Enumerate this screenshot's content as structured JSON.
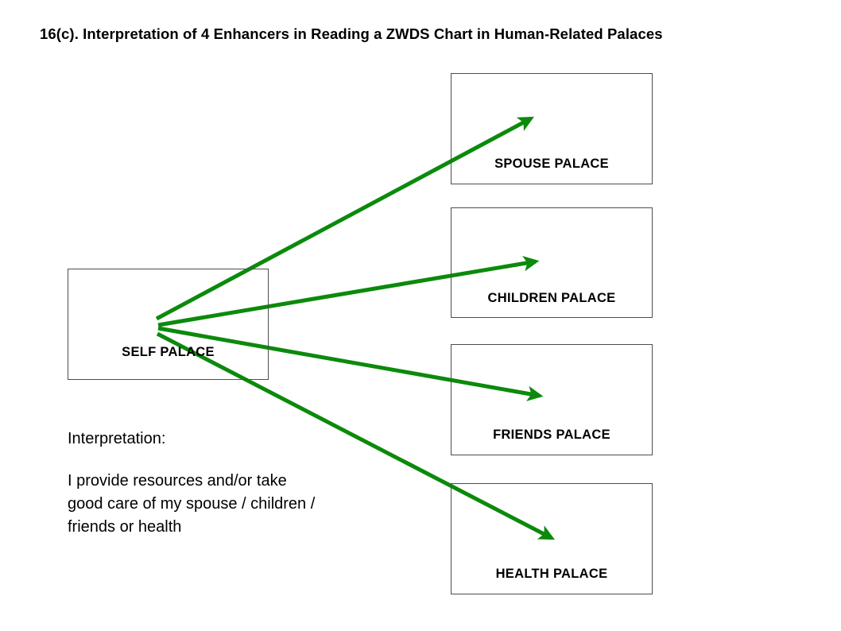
{
  "slide": {
    "title": "16(c). Interpretation of 4 Enhancers in Reading a ZWDS Chart in Human-Related Palaces",
    "background_color": "#ffffff",
    "accent_color": "#0b8a0b",
    "box_border_color": "#4d4d4d",
    "text_color": "#000000"
  },
  "boxes": {
    "self": {
      "label": "SELF PALACE"
    },
    "spouse": {
      "label": "SPOUSE PALACE"
    },
    "children": {
      "label": "CHILDREN PALACE"
    },
    "friends": {
      "label": "FRIENDS PALACE"
    },
    "health": {
      "label": "HEALTH PALACE"
    }
  },
  "arrows": [
    {
      "name": "self-to-spouse",
      "from": "SELF PALACE",
      "to": "SPOUSE PALACE",
      "color": "#0b8a0b"
    },
    {
      "name": "self-to-children",
      "from": "SELF PALACE",
      "to": "CHILDREN PALACE",
      "color": "#0b8a0b"
    },
    {
      "name": "self-to-friends",
      "from": "SELF PALACE",
      "to": "FRIENDS PALACE",
      "color": "#0b8a0b"
    },
    {
      "name": "self-to-health",
      "from": "SELF PALACE",
      "to": "HEALTH PALACE",
      "color": "#0b8a0b"
    }
  ],
  "interpretation": {
    "heading": "Interpretation:",
    "body": "I provide resources and/or take\ngood care of my spouse / children /\nfriends or health"
  }
}
